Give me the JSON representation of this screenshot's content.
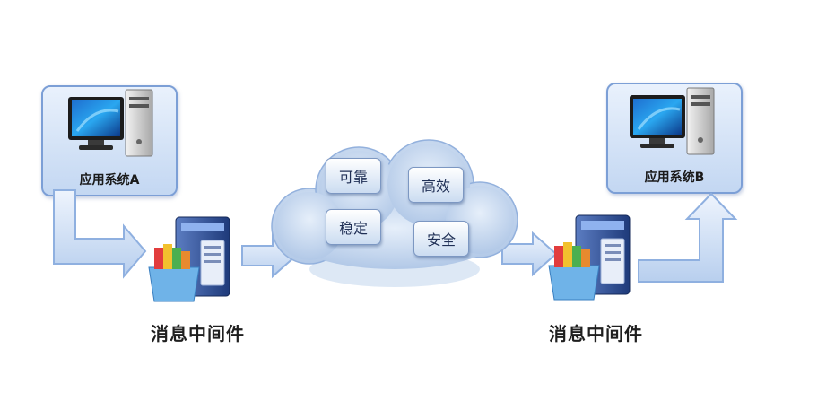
{
  "diagram": {
    "system_a_label": "应用系统A",
    "system_b_label": "应用系统B",
    "middleware_left_label": "消息中间件",
    "middleware_right_label": "消息中间件",
    "cloud_features": [
      "可靠",
      "高效",
      "稳定",
      "安全"
    ]
  },
  "colors": {
    "box_border": "#7c9fd6",
    "arrow_fill": "#c9dbf5",
    "arrow_stroke": "#8fb0e0",
    "cloud_fill": "#c2d6ef",
    "text": "#1f1f1f"
  },
  "icons": [
    "desktop-computer-icon",
    "server-with-files-icon",
    "cloud-icon",
    "arrow-icon"
  ]
}
